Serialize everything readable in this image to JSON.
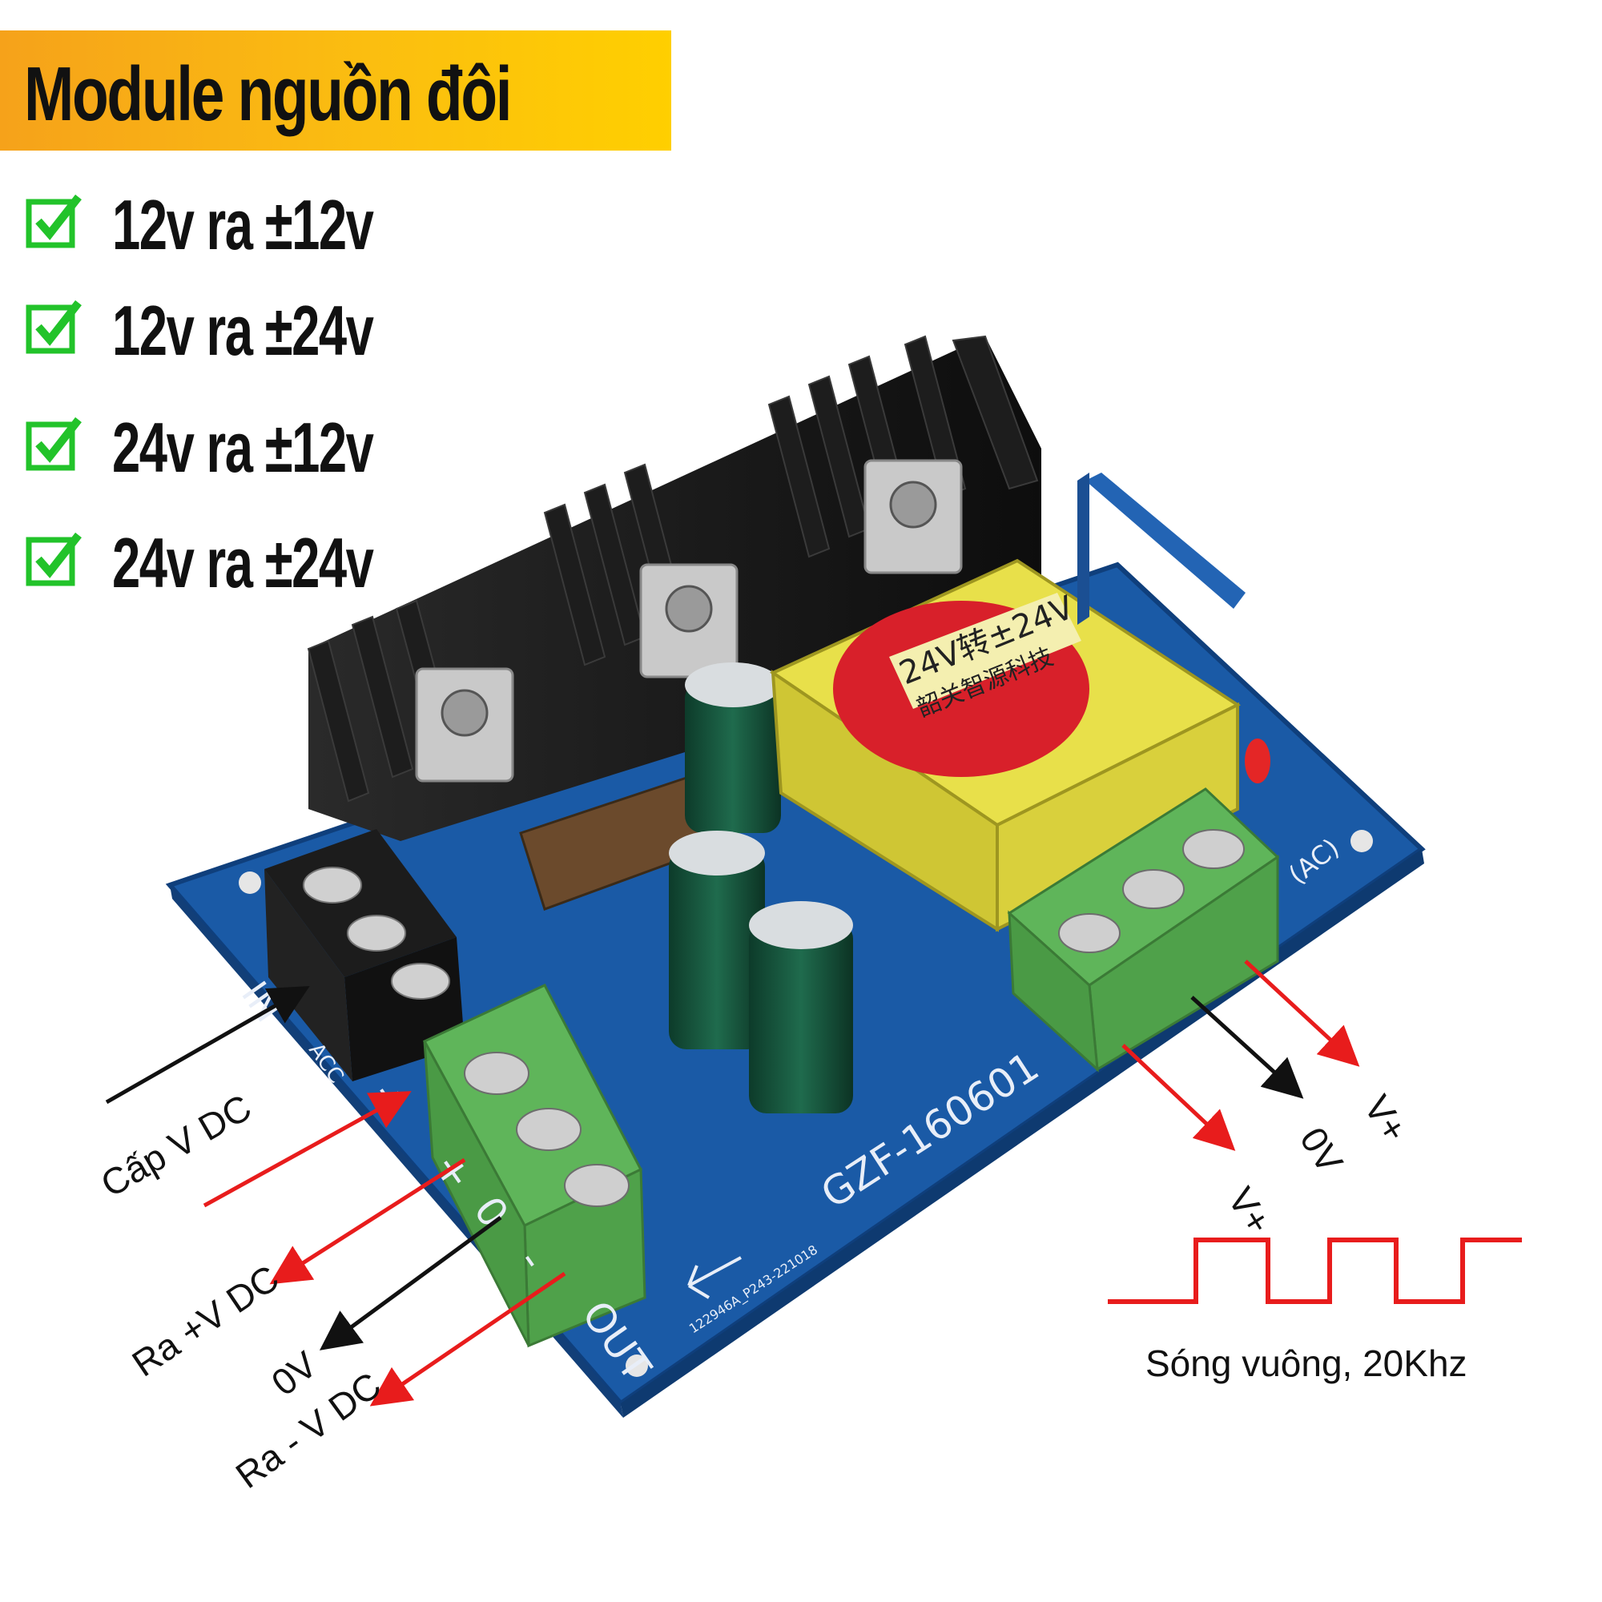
{
  "banner": {
    "title": "Module nguồn đôi",
    "color_start": "#f6a21a",
    "color_end": "#ffcf00"
  },
  "features": [
    {
      "text": "12v ra ±12v",
      "icon": "checkbox-check-icon"
    },
    {
      "text": "12v ra ±24v",
      "icon": "checkbox-check-icon"
    },
    {
      "text": "24v ra ±12v",
      "icon": "checkbox-check-icon"
    },
    {
      "text": "24v ra ±24v",
      "icon": "checkbox-check-icon"
    }
  ],
  "colors": {
    "check": "#22c32a",
    "pcb": "#1a5aa6",
    "terminal_green": "#5fb55a",
    "heatsink": "#1b1b1b",
    "arrow_red": "#e81c1c",
    "arrow_black": "#111111"
  },
  "board": {
    "model": "GZF-160601",
    "transformer_label": "24V转±24V",
    "transformer_sublabel": "韶关智源科技",
    "pcb_marks": {
      "in": "IN",
      "out": "OUT",
      "acc": "ACC",
      "ac": "(AC)",
      "plus": "+",
      "zero": "0",
      "minus": "-",
      "part_no": "122946A_P243-221018"
    }
  },
  "labels": {
    "supply": "Cấp V DC",
    "out_plus": "Ra +V DC",
    "out_zero": "0V",
    "out_minus": "Ra - V DC",
    "ac_v1": "V+",
    "ac_zero": "0V",
    "ac_v2": "V+"
  },
  "waveform": {
    "caption": "Sóng vuông, 20Khz",
    "color": "#e81c1c"
  }
}
